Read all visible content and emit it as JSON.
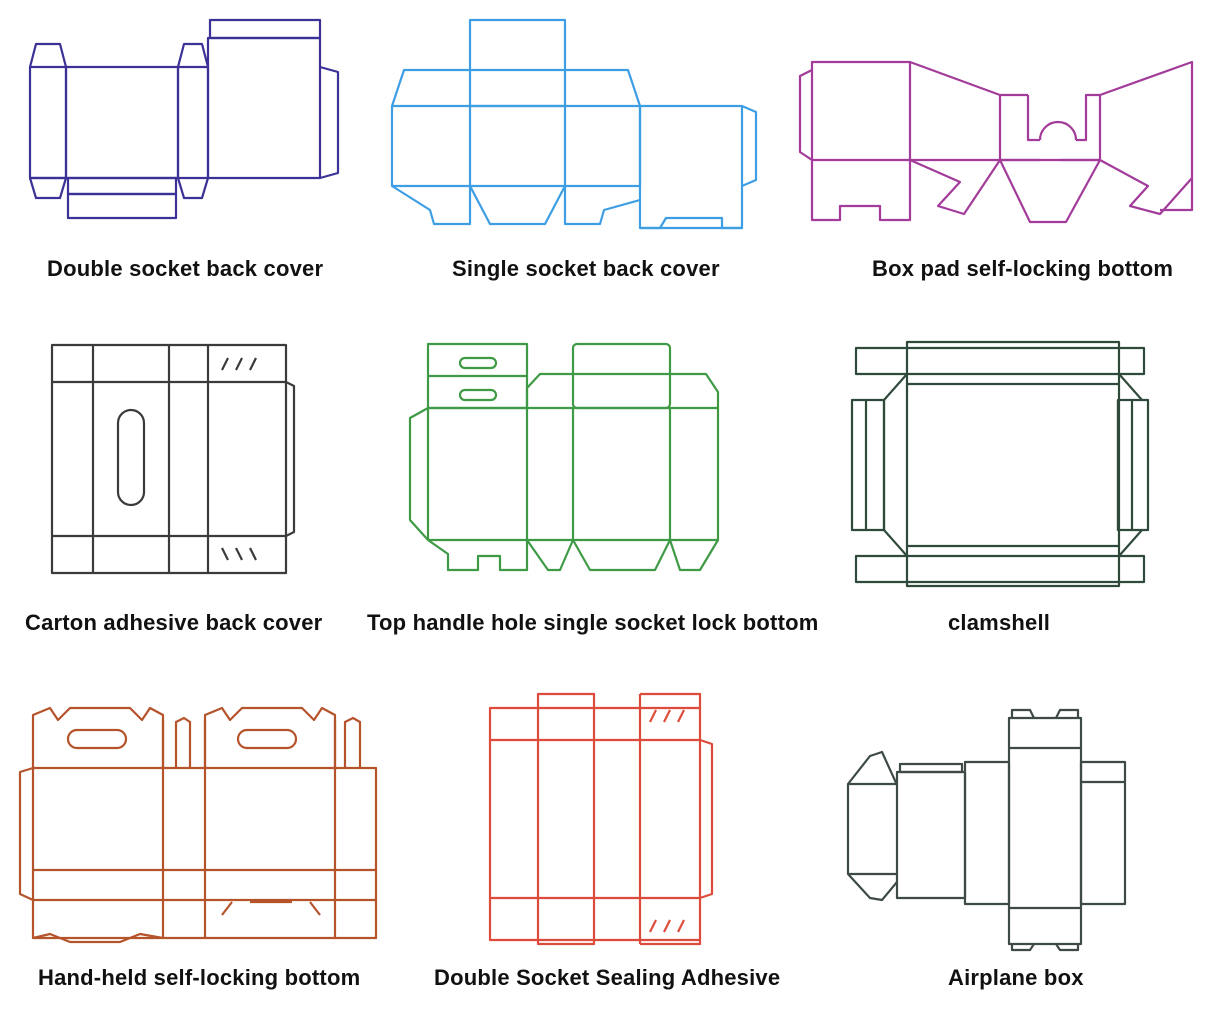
{
  "items": [
    {
      "label": "Double socket back cover",
      "color": "#3b3196"
    },
    {
      "label": "Single socket back cover",
      "color": "#3d9ee4"
    },
    {
      "label": "Box pad self-locking bottom",
      "color": "#a23b9a"
    },
    {
      "label": "Carton adhesive back cover",
      "color": "#3b3b3b"
    },
    {
      "label": "Top handle hole single socket lock bottom",
      "color": "#3f9a46"
    },
    {
      "label": "clamshell",
      "color": "#2f4a3a"
    },
    {
      "label": "Hand-held self-locking bottom",
      "color": "#b5532a"
    },
    {
      "label": "Double Socket Sealing Adhesive",
      "color": "#dd4b3a"
    },
    {
      "label": "Airplane box",
      "color": "#3e4a44"
    }
  ]
}
